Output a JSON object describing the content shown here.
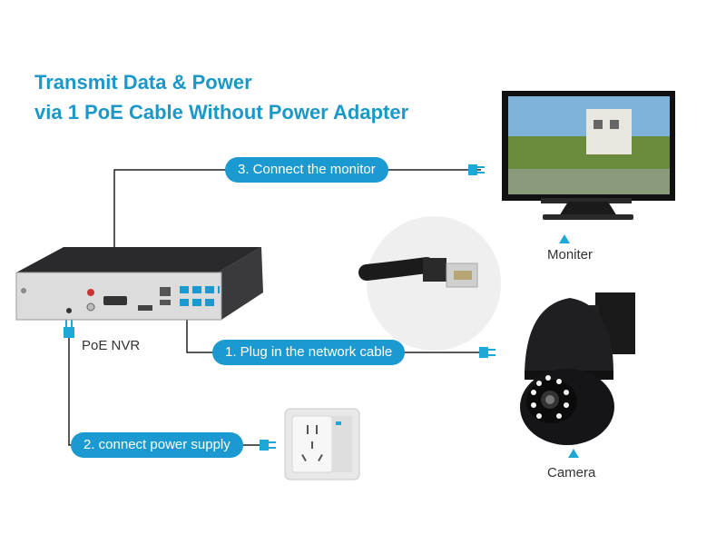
{
  "title": {
    "line1": "Transmit Data & Power",
    "line2": "via 1 PoE Cable Without Power Adapter"
  },
  "steps": [
    {
      "label": "3. Connect the monitor"
    },
    {
      "label": "1. Plug in the network cable"
    },
    {
      "label": "2. connect power supply"
    }
  ],
  "devices": {
    "nvr": "PoE NVR",
    "monitor": "Moniter",
    "camera": "Camera"
  },
  "colors": {
    "accent": "#1c98c8",
    "pill": "#1a9ad0",
    "device": "#1d1d1f"
  }
}
